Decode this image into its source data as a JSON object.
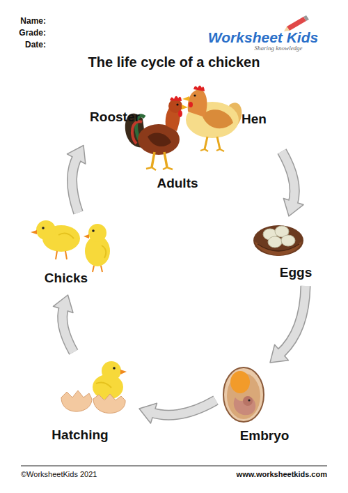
{
  "diagram": {
    "title": "The life cycle of a chicken",
    "nodes": [
      {
        "text": [
          "Rooster",
          "Hen",
          "Adults"
        ]
      },
      {
        "text": [
          "Eggs"
        ]
      },
      {
        "text": [
          "Embryo"
        ]
      },
      {
        "text": [
          "Hatching"
        ]
      },
      {
        "text": [
          "Chicks"
        ]
      }
    ],
    "edges": [
      {
        "from": 0,
        "to": 1,
        "arrow": "to"
      },
      {
        "from": 1,
        "to": 2,
        "arrow": "to"
      },
      {
        "from": 2,
        "to": 3,
        "arrow": "to"
      },
      {
        "from": 3,
        "to": 4,
        "arrow": "to"
      },
      {
        "from": 4,
        "to": 0,
        "arrow": "to"
      }
    ],
    "labels": [
      "Name:",
      "Grade:",
      "Date:",
      "Worksheet Kids",
      "Sharing knowledge",
      "©WorksheetKids 2021",
      "www.worksheetkids.com"
    ]
  }
}
